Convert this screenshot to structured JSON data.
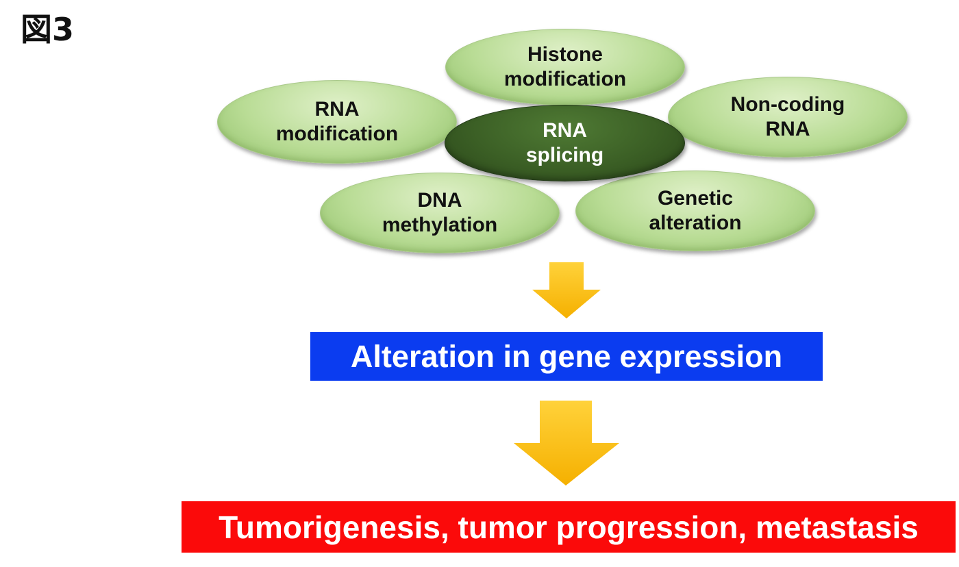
{
  "figure_label": "図3",
  "factors": {
    "histone_modification": "Histone\nmodification",
    "rna_modification": "RNA\nmodification",
    "rna_splicing": "RNA\nsplicing",
    "non_coding_rna": "Non-coding\nRNA",
    "dna_methylation": "DNA\nmethylation",
    "genetic_alteration": "Genetic\nalteration"
  },
  "outcome_1": "Alteration in gene expression",
  "outcome_2": "Tumorigenesis, tumor progression, metastasis",
  "colors": {
    "ellipse_green": "#b9dc95",
    "center_dark_green": "#3b5f25",
    "arrow_gold": "#fbbf00",
    "blue_box": "#0b3cf0",
    "red_box": "#fb0a0a"
  }
}
